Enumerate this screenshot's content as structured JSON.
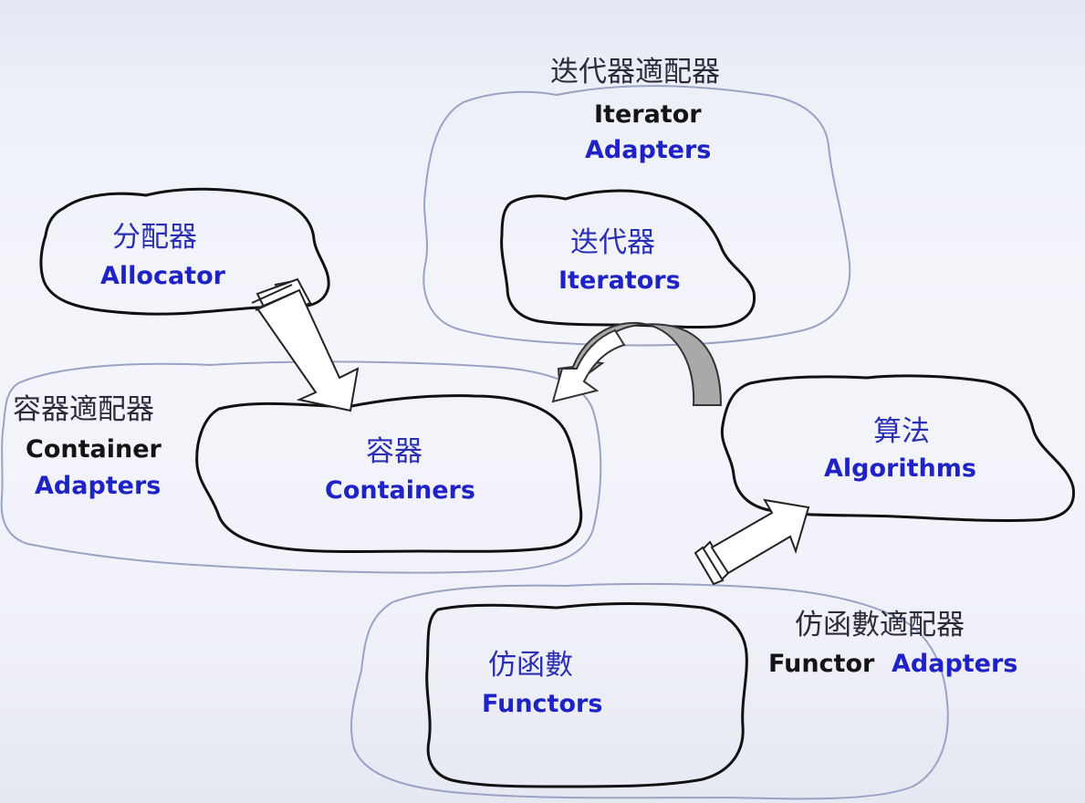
{
  "allocator": {
    "zh": "分配器",
    "en": "Allocator"
  },
  "containers": {
    "zh": "容器",
    "en": "Containers"
  },
  "container_adapters": {
    "zh": "容器適配器",
    "en1": "Container",
    "en2": "Adapters"
  },
  "iterators": {
    "zh": "迭代器",
    "en": "Iterators"
  },
  "iterator_adapters": {
    "zh": "迭代器適配器",
    "en1": "Iterator",
    "en2": "Adapters"
  },
  "algorithms": {
    "zh": "算法",
    "en": "Algorithms"
  },
  "functors": {
    "zh": "仿函數",
    "en": "Functors"
  },
  "functor_adapters": {
    "zh": "仿函數適配器",
    "en1": "Functor",
    "en2": "Adapters"
  },
  "colors": {
    "english_label": "#1f22c4",
    "chinese_label": "#2a2fb3",
    "adapter_title": "#141414",
    "core_outline": "#111111",
    "adapter_outline": "#9aa3c4",
    "background": "#eef0f8",
    "curved_arrow_fill": "#a9a9a9"
  }
}
